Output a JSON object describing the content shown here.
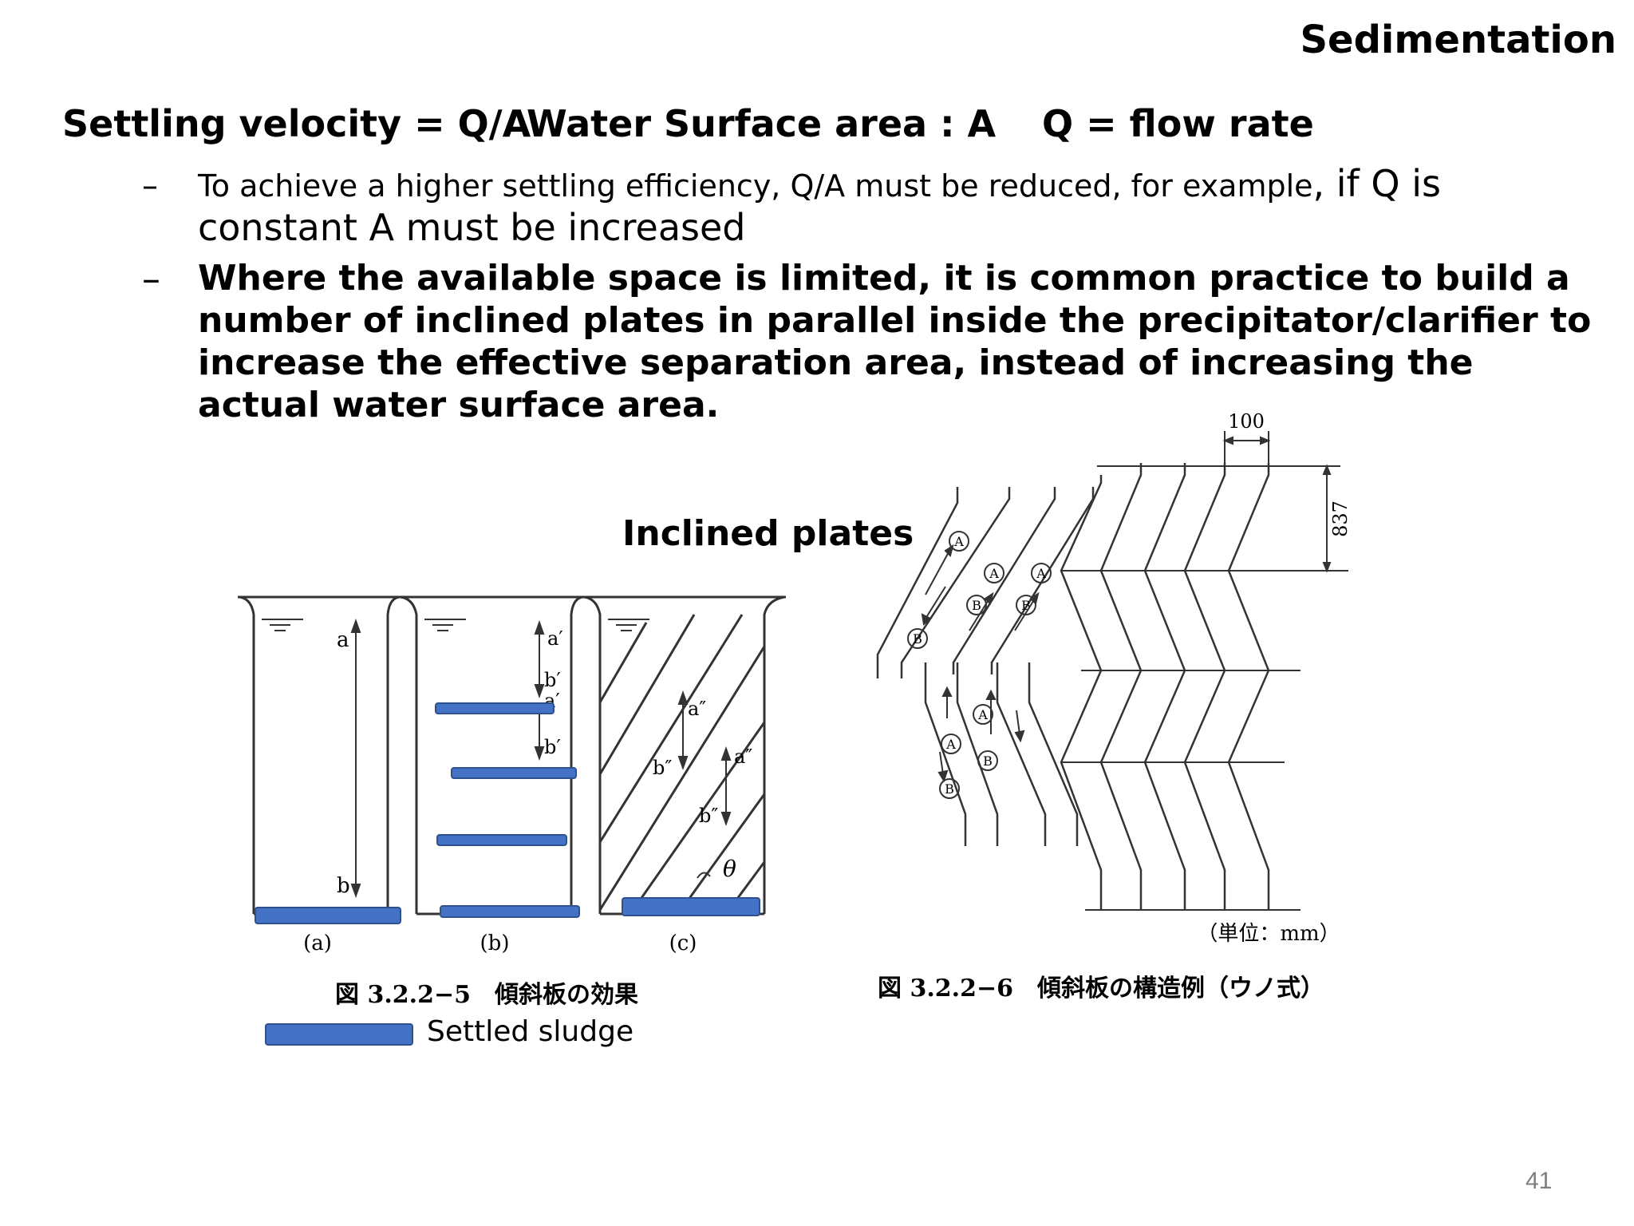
{
  "header": {
    "title": "Sedimentation"
  },
  "formula": {
    "settling": "Settling velocity  = Q/A",
    "surface": "Water Surface area : A",
    "flow": "Q = flow rate"
  },
  "bullets": {
    "dash": "–",
    "b1_small": "To achieve a higher settling efficiency, Q/A must be reduced, for example",
    "b1_large": ", if Q is constant A must be increased",
    "b2": "Where the available space is limited, it is common practice to build a number of  inclined plates in parallel inside the precipitator/clarifier to increase the effective separation area, instead of increasing the actual water surface area."
  },
  "figure_left": {
    "heading": "Inclined plates",
    "labels": {
      "a": "a",
      "b": "b",
      "a1": "a′",
      "b1": "b′",
      "b1b": "b′",
      "a1b": "a′",
      "a2": "a″",
      "b2": "b″",
      "a2b": "a″",
      "b2b": "b″",
      "theta": "θ"
    },
    "panels": [
      "(a)",
      "(b)",
      "(c)"
    ],
    "caption": "図 3.2.2−5　傾斜板の効果",
    "legend_label": "Settled sludge",
    "sludge_color": "#4472c4"
  },
  "figure_right": {
    "dim_width": "100",
    "dim_height": "837",
    "markers": {
      "A": "A",
      "B": "B"
    },
    "unit": "（単位：mm）",
    "caption": "図 3.2.2−6　傾斜板の構造例（ウノ式）"
  },
  "footer": {
    "page_number": "41"
  }
}
